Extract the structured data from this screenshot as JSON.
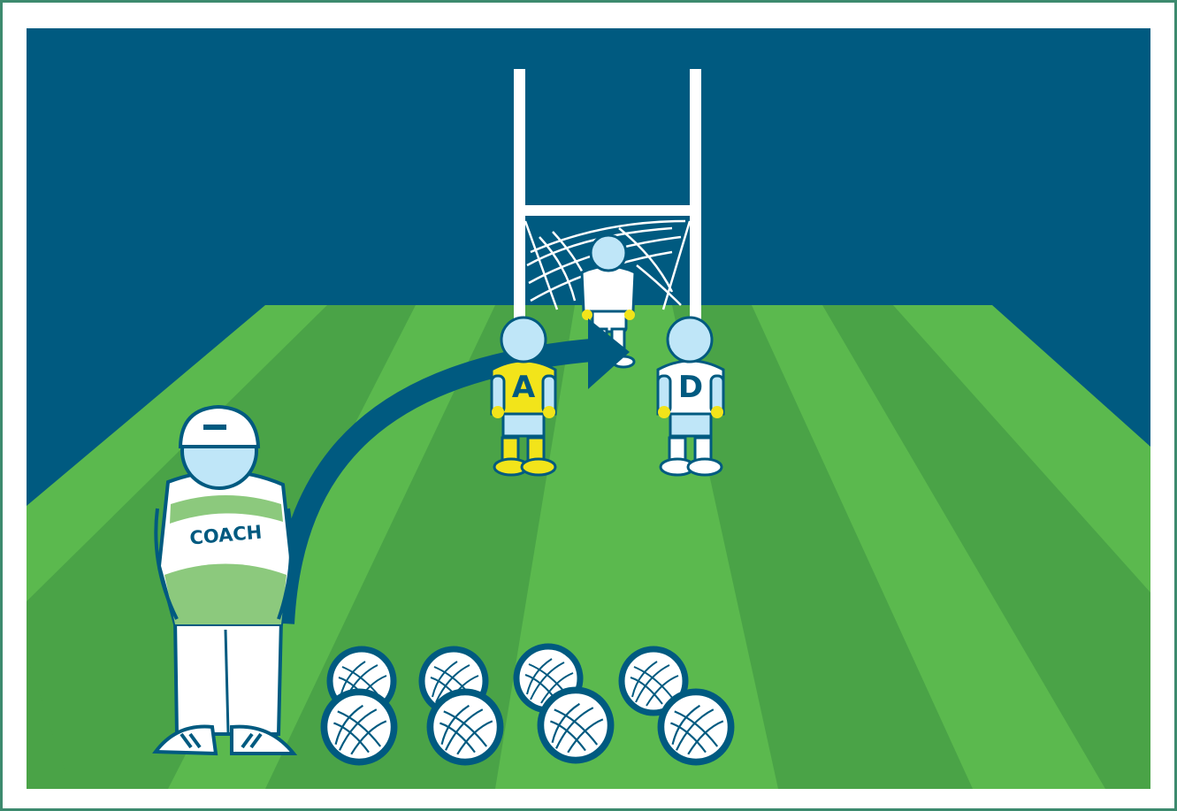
{
  "scene": {
    "coach_label": "COACH",
    "attacker_label": "A",
    "defender_label": "D"
  },
  "colors": {
    "sky": "#005a80",
    "grass_light": "#5bb94e",
    "grass_dark": "#4aa347",
    "outline": "#005a80",
    "skin": "#bfe6f8",
    "attacker_kit": "#f2e41a",
    "coach_stripe": "#8cc97d",
    "border": "#3d8a6e"
  },
  "icons": [
    "goal-posts-icon",
    "net-icon",
    "arrow-icon",
    "football-icon",
    "player-icon",
    "coach-icon"
  ],
  "footballs": {
    "count": 8
  }
}
